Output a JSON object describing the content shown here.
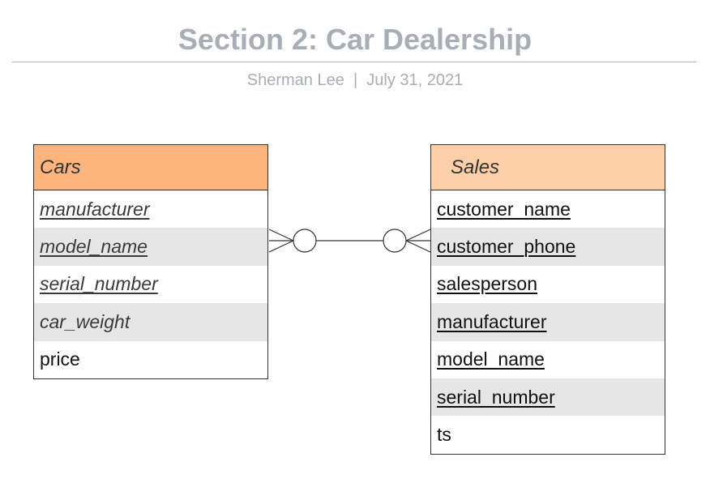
{
  "header": {
    "title": "Section 2: Car Dealership",
    "subtitle": "Sherman Lee  |  July 31, 2021"
  },
  "colors": {
    "cars_header": "#fdb47d",
    "sales_header": "#fdcfa9",
    "title_gray": "#a8aeb5",
    "row_shade": "#e6e6e6"
  },
  "entities": {
    "cars": {
      "name": "Cars",
      "attributes": [
        {
          "label": "manufacturer",
          "underline": true,
          "italic": true,
          "shaded": false
        },
        {
          "label": "model_name",
          "underline": true,
          "italic": true,
          "shaded": true
        },
        {
          "label": "serial_number",
          "underline": true,
          "italic": true,
          "shaded": false
        },
        {
          "label": "car_weight",
          "underline": false,
          "italic": true,
          "shaded": true
        },
        {
          "label": "price",
          "underline": false,
          "italic": false,
          "shaded": false
        }
      ]
    },
    "sales": {
      "name": "Sales",
      "attributes": [
        {
          "label": "customer_name",
          "underline": true,
          "italic": false,
          "shaded": false
        },
        {
          "label": "customer_phone",
          "underline": true,
          "italic": false,
          "shaded": true
        },
        {
          "label": "salesperson",
          "underline": true,
          "italic": false,
          "shaded": false
        },
        {
          "label": "manufacturer",
          "underline": true,
          "italic": false,
          "shaded": true
        },
        {
          "label": "model_name",
          "underline": true,
          "italic": false,
          "shaded": false
        },
        {
          "label": "serial_number",
          "underline": true,
          "italic": false,
          "shaded": true
        },
        {
          "label": "ts",
          "underline": false,
          "italic": false,
          "shaded": false
        }
      ]
    }
  },
  "relationship": {
    "cars_end": "zero-or-many",
    "sales_end": "zero-or-many"
  }
}
